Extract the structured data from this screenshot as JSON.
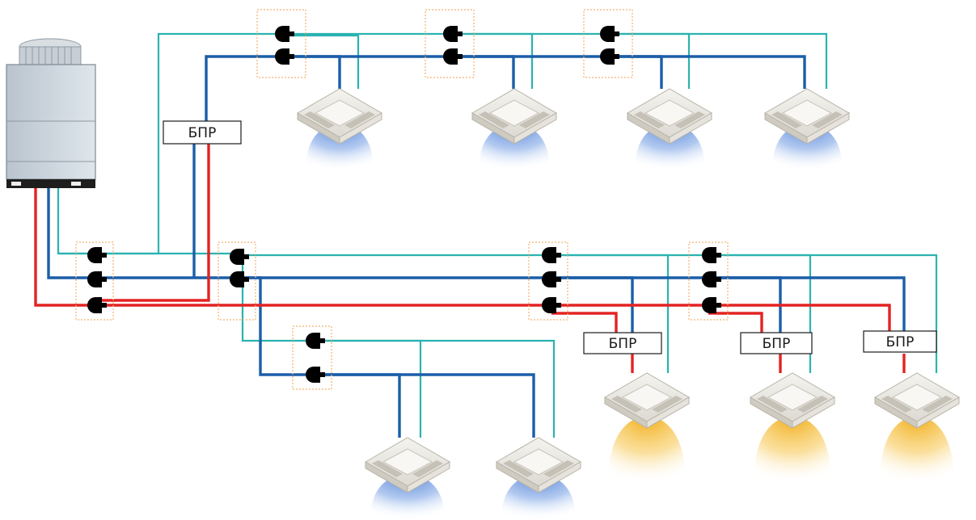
{
  "colors": {
    "gas_pipe": "#1b5ea8",
    "liquid_pipe": "#2ab3b0",
    "hot_gas_pipe": "#e32322",
    "junction_box": "#f2b270",
    "cooling_airflow": "#3a6fd0",
    "heating_airflow": "#f0a500"
  },
  "icons": {
    "outdoor_unit": "vrf-outdoor-unit-icon",
    "refnet_joint": "refnet-joint-icon",
    "indoor_unit": "cassette-indoor-unit-icon",
    "cooling_airflow": "cold-airflow-icon",
    "heating_airflow": "warm-airflow-icon"
  },
  "labels": {
    "bpr_1": "БПР",
    "bpr_2": "БПР",
    "bpr_3": "БПР",
    "bpr_4": "БПР"
  },
  "indoor_units": [
    {
      "mode": "cooling"
    },
    {
      "mode": "cooling"
    },
    {
      "mode": "cooling"
    },
    {
      "mode": "cooling"
    },
    {
      "mode": "cooling"
    },
    {
      "mode": "cooling"
    },
    {
      "mode": "heating"
    },
    {
      "mode": "heating"
    },
    {
      "mode": "heating"
    }
  ]
}
